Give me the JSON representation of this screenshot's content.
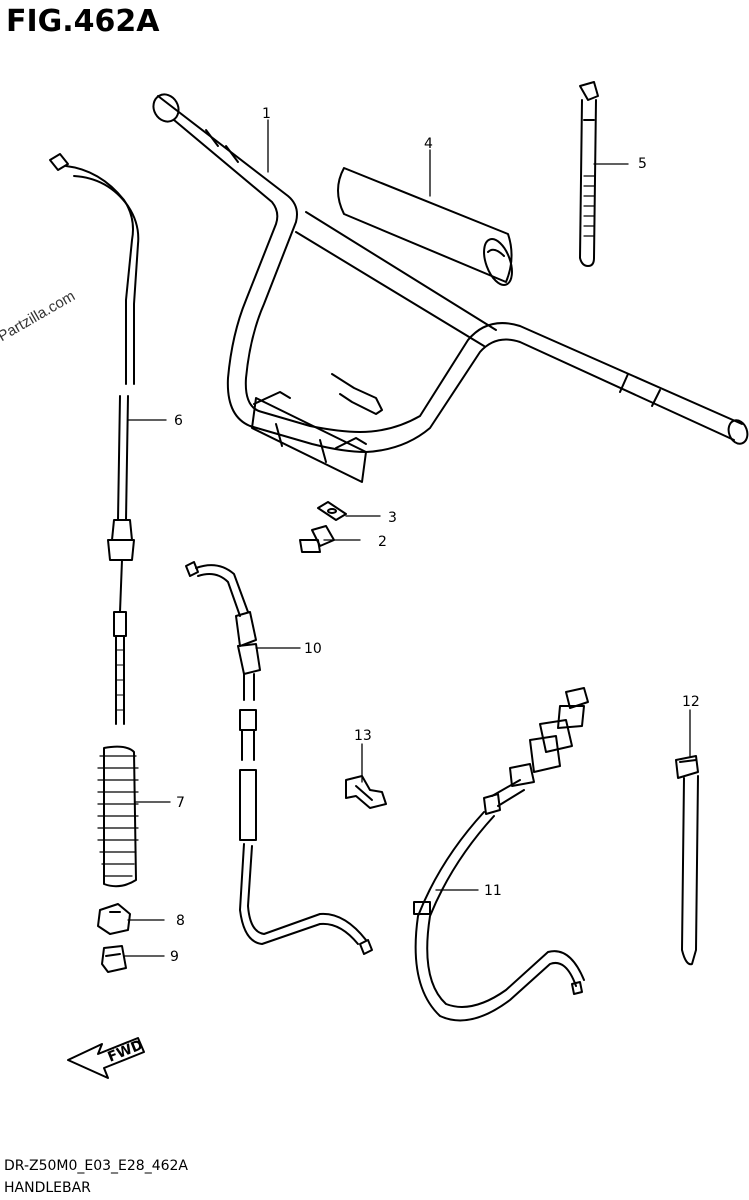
{
  "figure": {
    "title": "FIG.462A",
    "watermark": "© Partzilla.com",
    "code": "DR-Z50M0_E03_E28_462A",
    "name": "HANDLEBAR"
  },
  "fwd_label": "FWD",
  "parts": [
    {
      "id": "part-1",
      "label": "1"
    },
    {
      "id": "part-2",
      "label": "2"
    },
    {
      "id": "part-3",
      "label": "3"
    },
    {
      "id": "part-4",
      "label": "4"
    },
    {
      "id": "part-5",
      "label": "5"
    },
    {
      "id": "part-6",
      "label": "6"
    },
    {
      "id": "part-7",
      "label": "7"
    },
    {
      "id": "part-8",
      "label": "8"
    },
    {
      "id": "part-9",
      "label": "9"
    },
    {
      "id": "part-10",
      "label": "10"
    },
    {
      "id": "part-11",
      "label": "11"
    },
    {
      "id": "part-12",
      "label": "12"
    },
    {
      "id": "part-13",
      "label": "13"
    }
  ]
}
